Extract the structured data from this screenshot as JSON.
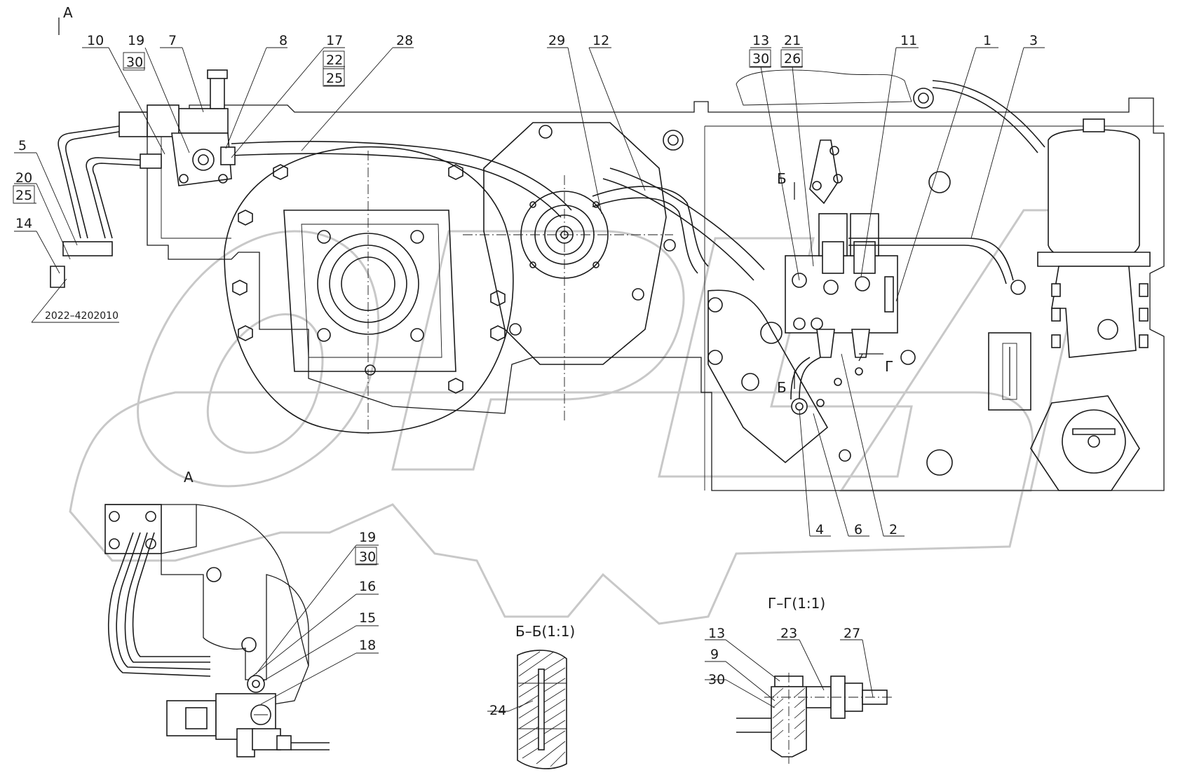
{
  "view_labels": {
    "view_a_arrow": "А",
    "view_a": "А",
    "section_bb_mark_top": "Б",
    "section_bb_mark_bottom": "Б",
    "section_gg_mark": "Г",
    "section_bb": "Б–Б(1:1)",
    "section_gg": "Г–Г(1:1)"
  },
  "part_number": "2022–4202010",
  "callouts": {
    "c10": "10",
    "c19": "19",
    "c30a": "30",
    "c7": "7",
    "c8": "8",
    "c17": "17",
    "c22": "22",
    "c25a": "25",
    "c28": "28",
    "c5": "5",
    "c20": "20",
    "c25b": "25",
    "c14": "14",
    "c29": "29",
    "c12": "12",
    "c13": "13",
    "c30b": "30",
    "c21": "21",
    "c26": "26",
    "c11": "11",
    "c1": "1",
    "c3": "3",
    "c4": "4",
    "c6": "6",
    "c2": "2",
    "c19b": "19",
    "c30c": "30",
    "c16": "16",
    "c15": "15",
    "c18": "18",
    "c24": "24",
    "c13b": "13",
    "c9": "9",
    "c30d": "30",
    "c23": "23",
    "c27": "27"
  }
}
